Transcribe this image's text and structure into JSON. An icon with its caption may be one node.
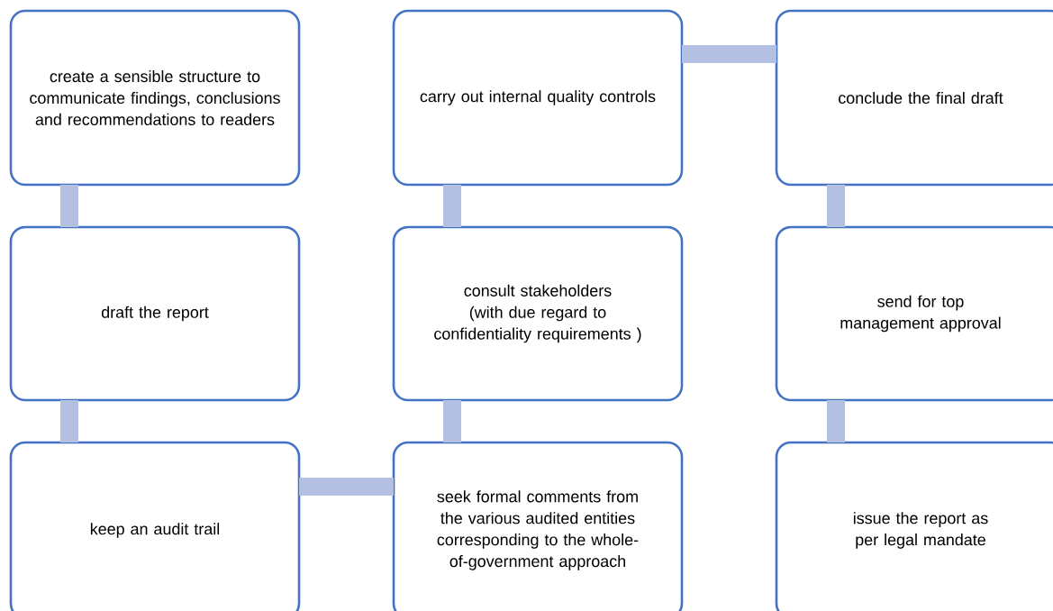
{
  "diagram": {
    "nodes": [
      {
        "text": [
          "create a sensible structure to communicate findings, conclusions and recommendations to readers"
        ]
      },
      {
        "text": [
          "draft the report"
        ]
      },
      {
        "text": [
          "keep an audit trail"
        ]
      },
      {
        "text": [
          "seek formal comments from the various audited entities corresponding to the whole-of-government approach"
        ]
      },
      {
        "text": [
          "consult stakeholders (with due regard to confidentiality requirements )"
        ]
      },
      {
        "text": [
          "carry out internal quality controls"
        ]
      },
      {
        "text": [
          "conclude the final draft"
        ]
      },
      {
        "text": [
          "send for top management approval"
        ]
      },
      {
        "text": [
          "issue the report as per legal mandate"
        ]
      }
    ],
    "edges": [
      {
        "from": 0,
        "to": 1,
        "arrow": "none"
      },
      {
        "from": 1,
        "to": 2,
        "arrow": "none"
      },
      {
        "from": 2,
        "to": 3,
        "arrow": "none"
      },
      {
        "from": 3,
        "to": 4,
        "arrow": "none"
      },
      {
        "from": 4,
        "to": 5,
        "arrow": "none"
      },
      {
        "from": 5,
        "to": 6,
        "arrow": "none"
      },
      {
        "from": 6,
        "to": 7,
        "arrow": "none"
      },
      {
        "from": 7,
        "to": 8,
        "arrow": "none"
      }
    ]
  }
}
